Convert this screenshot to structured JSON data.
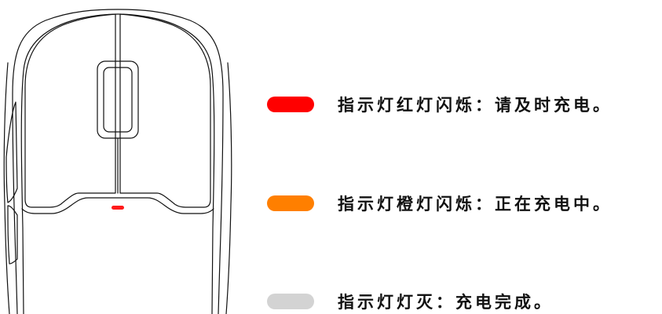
{
  "illustration": {
    "indicator_color": "#ff1a1a"
  },
  "legend": [
    {
      "color": "#ff0000",
      "text": "指示灯红灯闪烁：请及时充电。"
    },
    {
      "color": "#ff7f00",
      "text": "指示灯橙灯闪烁：正在充电中。"
    },
    {
      "color": "#d3d3d3",
      "text": "指示灯灯灭：充电完成。"
    }
  ]
}
